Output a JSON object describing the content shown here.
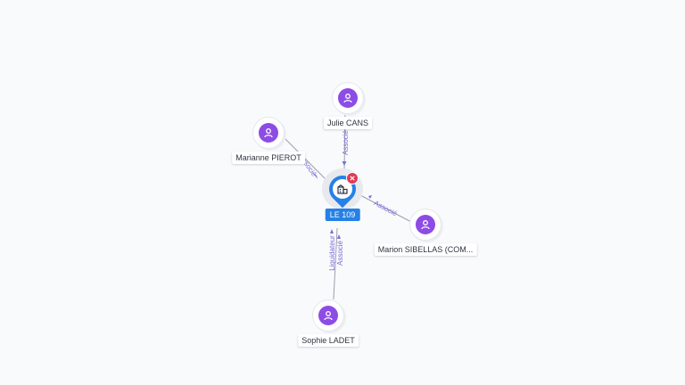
{
  "colors": {
    "background": "#f9fafc",
    "person_node": "#8d4ce5",
    "company_pin": "#2680e6",
    "close_badge": "#e03a52",
    "edge": "#9aa0a8",
    "edge_label": "#7a6cd8"
  },
  "icons": {
    "person": "user-icon",
    "company": "building-icon",
    "remove": "close-icon"
  },
  "center": {
    "label": "LE 109"
  },
  "people": [
    {
      "label": "Julie CANS"
    },
    {
      "label": "Marianne PIEROT"
    },
    {
      "label": "Marion SIBELLAS (COM..."
    },
    {
      "label": "Sophie LADET"
    }
  ],
  "edges": [
    {
      "labels": [
        "Associé"
      ]
    },
    {
      "labels": [
        "Associé"
      ]
    },
    {
      "labels": [
        "Associé"
      ]
    },
    {
      "labels": [
        "Liquidateur",
        "Associé"
      ]
    }
  ]
}
